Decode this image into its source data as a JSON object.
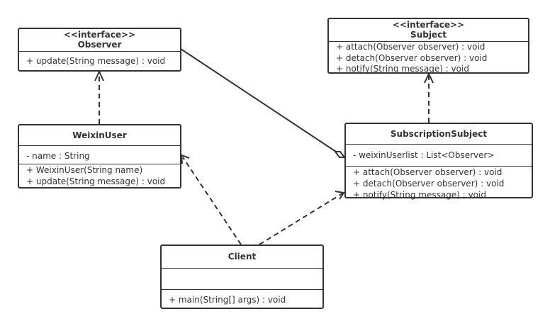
{
  "classes": {
    "observer": {
      "stereotype": "<<interface>>",
      "name": "Observer",
      "attributes": [],
      "methods": [
        "+ update(String message) : void"
      ]
    },
    "subject": {
      "stereotype": "<<interface>>",
      "name": "Subject",
      "attributes": [],
      "methods": [
        "+ attach(Observer observer) : void",
        "+ detach(Observer observer) : void",
        "+ notify(String message) : void"
      ]
    },
    "weixinuser": {
      "name": "WeixinUser",
      "attributes": [
        "- name : String"
      ],
      "methods": [
        "+ WeixinUser(String name)",
        "+ update(String message) : void"
      ]
    },
    "subscription": {
      "name": "SubscriptionSubject",
      "attributes": [
        "- weixinUserlist : List<Observer>"
      ],
      "methods": [
        "+ attach(Observer observer) : void",
        "+ detach(Observer observer) : void",
        "+ notify(String message) : void"
      ]
    },
    "client": {
      "name": "Client",
      "attributes": [],
      "methods": [
        "+ main(String[] args) : void"
      ]
    }
  },
  "relations": [
    {
      "from": "WeixinUser",
      "to": "Observer",
      "type": "realization"
    },
    {
      "from": "SubscriptionSubject",
      "to": "Subject",
      "type": "realization"
    },
    {
      "from": "SubscriptionSubject",
      "to": "Observer",
      "type": "aggregation"
    },
    {
      "from": "Client",
      "to": "WeixinUser",
      "type": "dependency"
    },
    {
      "from": "Client",
      "to": "SubscriptionSubject",
      "type": "dependency"
    }
  ]
}
